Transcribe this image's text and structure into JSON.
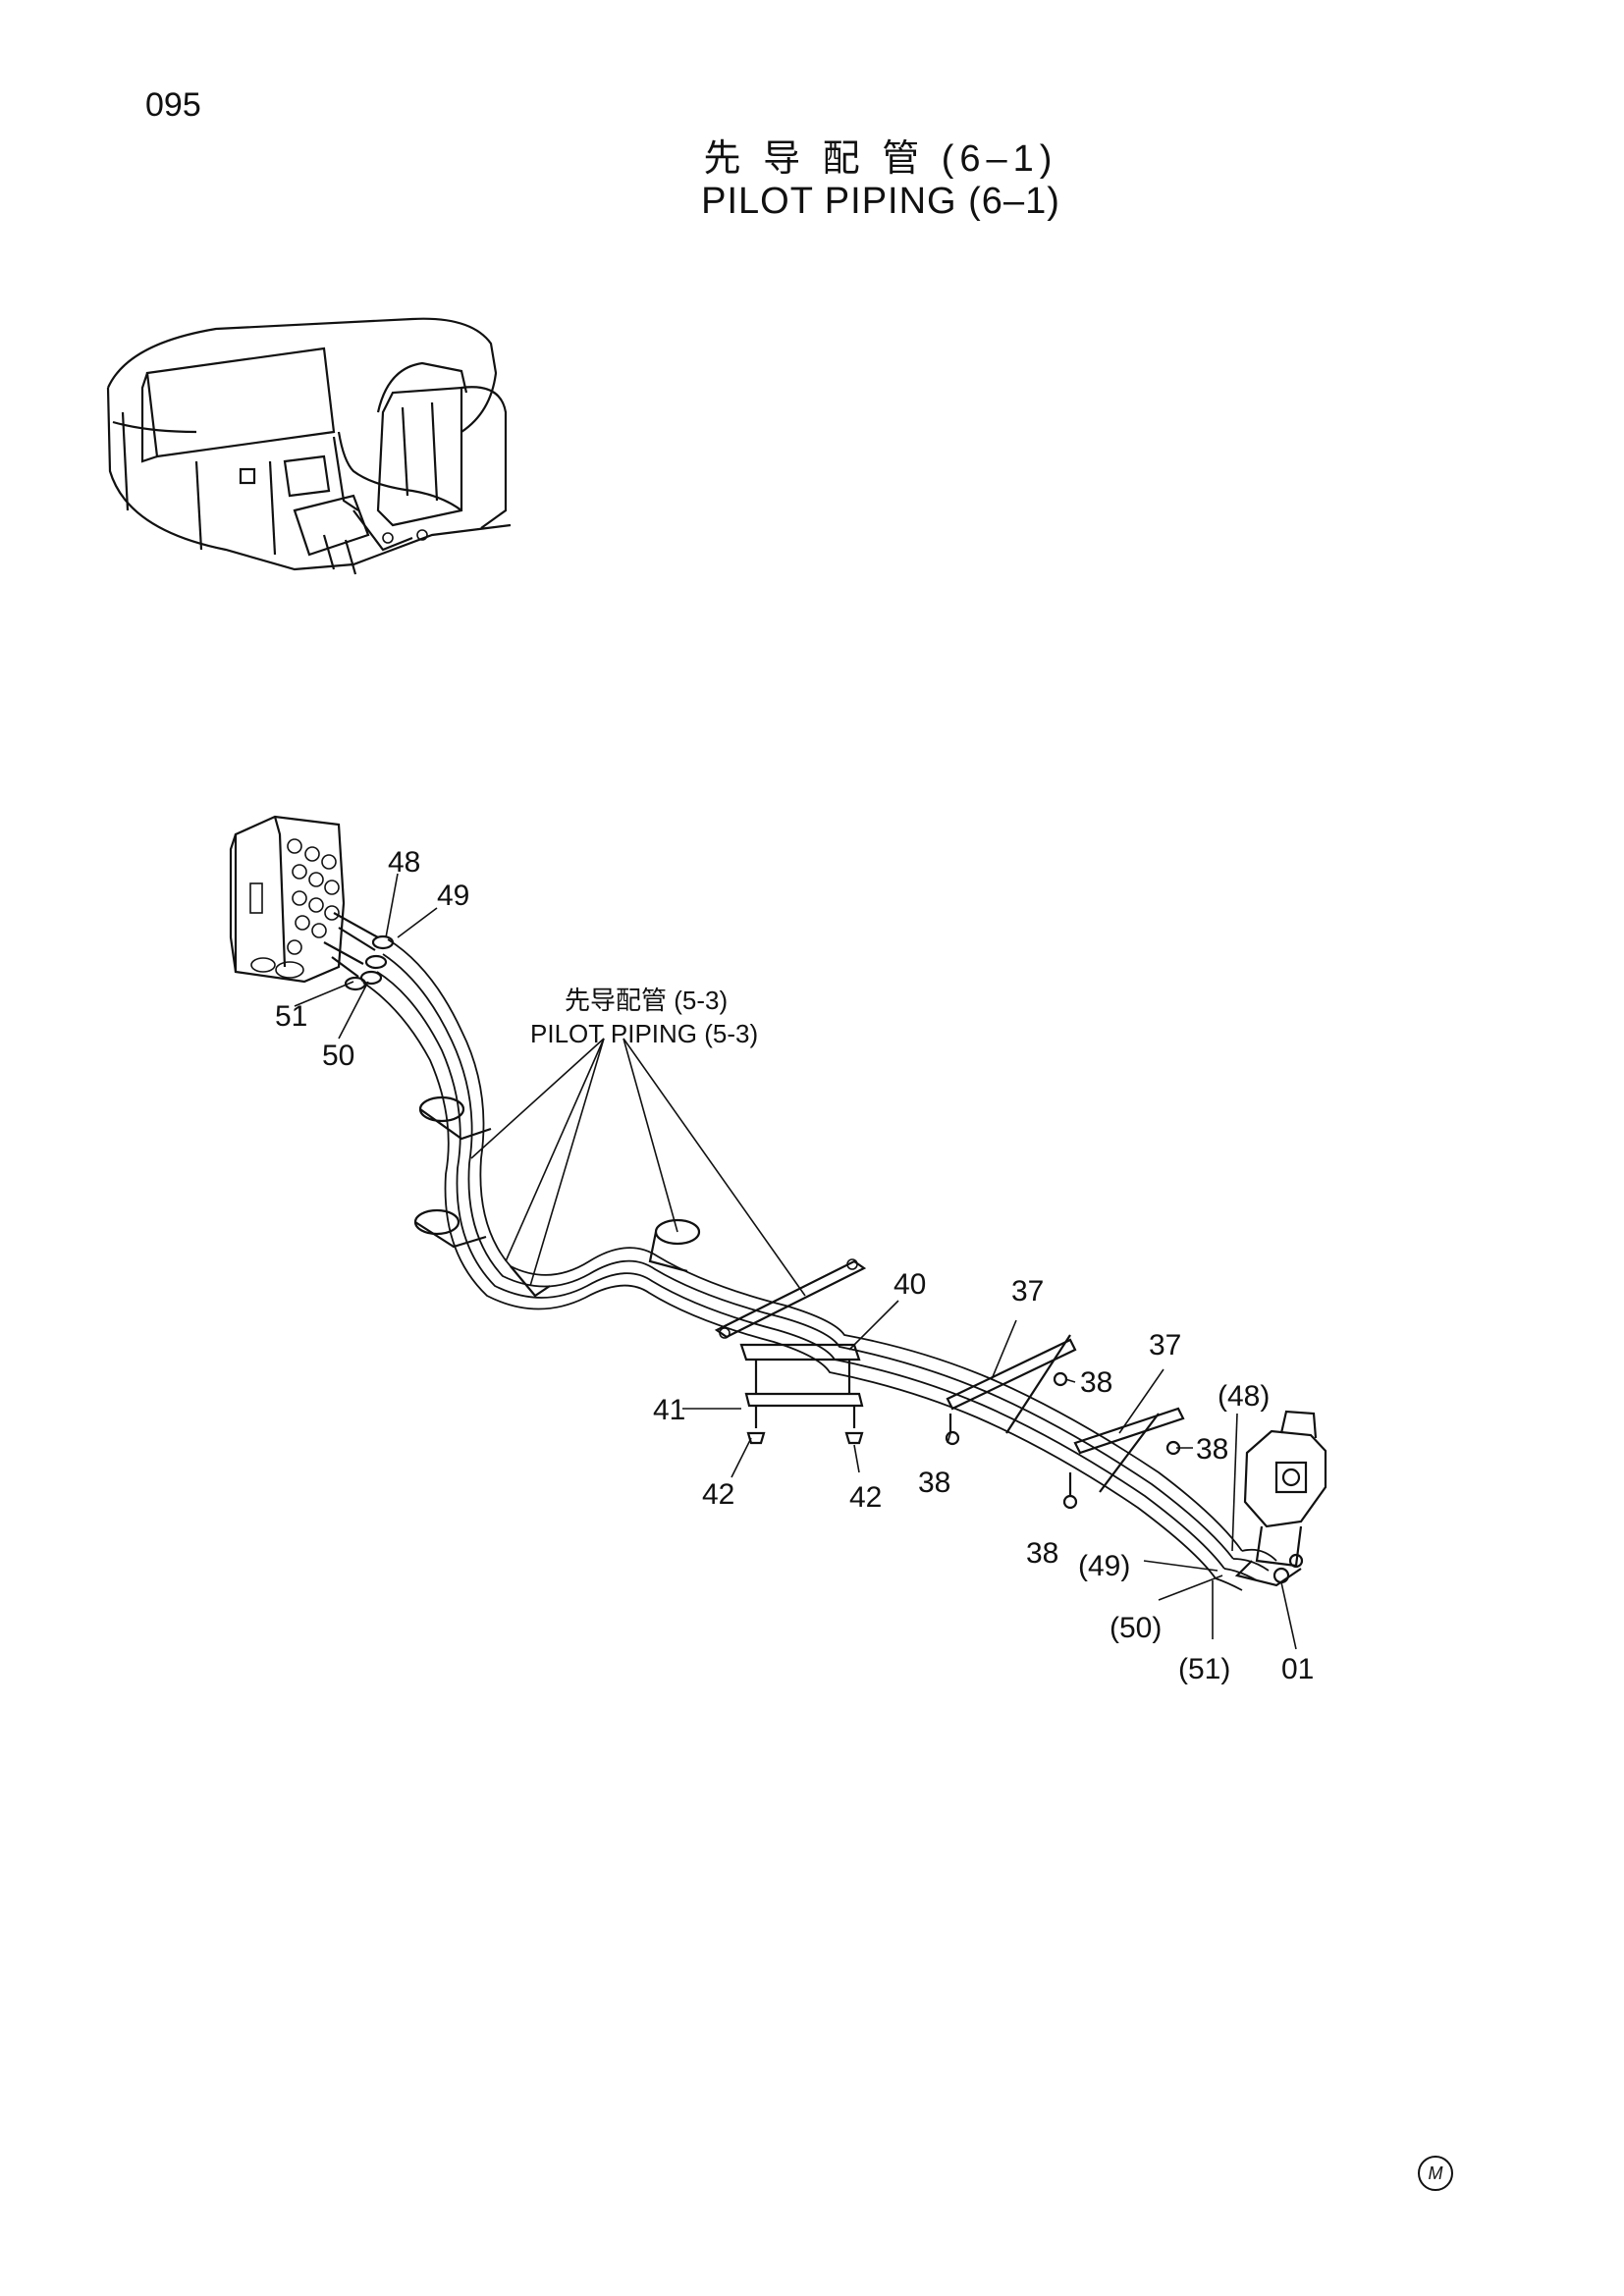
{
  "page": {
    "number": "095",
    "title_cn": "先 导 配 管 (6–1)",
    "title_en": "PILOT  PIPING  (6–1)"
  },
  "reference": {
    "cn": "先导配管 (5-3)",
    "en": "PILOT  PIPING (5-3)"
  },
  "callouts": {
    "c48": "48",
    "c49": "49",
    "c51": "51",
    "c50": "50",
    "c40": "40",
    "c37a": "37",
    "c37b": "37",
    "c38a": "38",
    "c38b": "38",
    "c38c": "38",
    "c38d": "38",
    "c41": "41",
    "c42a": "42",
    "c42b": "42",
    "c48p": "(48)",
    "c49p": "(49)",
    "c50p": "(50)",
    "c51p": "(51)",
    "c01": "01"
  },
  "logo_mark": "M"
}
